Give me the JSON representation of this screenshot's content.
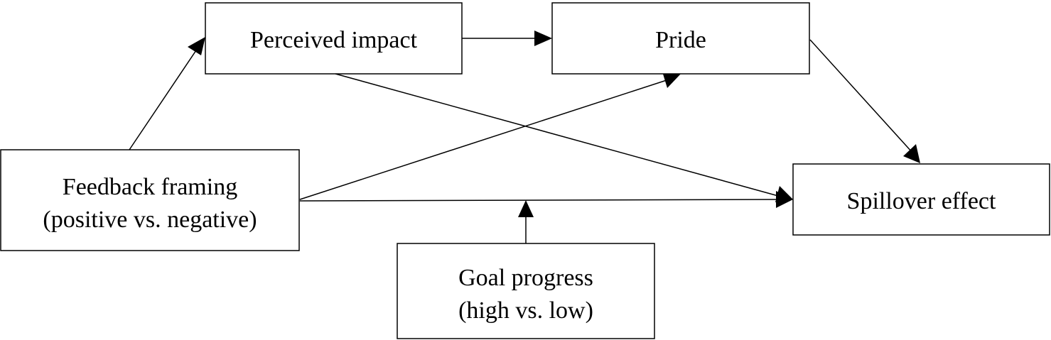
{
  "nodes": {
    "perceived_impact": {
      "lines": [
        "Perceived impact"
      ]
    },
    "pride": {
      "lines": [
        "Pride"
      ]
    },
    "feedback_framing": {
      "lines": [
        "Feedback framing",
        "(positive vs. negative)"
      ]
    },
    "spillover_effect": {
      "lines": [
        "Spillover effect"
      ]
    },
    "goal_progress": {
      "lines": [
        "Goal progress",
        "(high vs. low)"
      ]
    }
  },
  "edges": [
    {
      "from": "feedback_framing",
      "to": "perceived_impact"
    },
    {
      "from": "perceived_impact",
      "to": "pride"
    },
    {
      "from": "pride",
      "to": "spillover_effect"
    },
    {
      "from": "perceived_impact",
      "to": "spillover_effect"
    },
    {
      "from": "feedback_framing",
      "to": "pride"
    },
    {
      "from": "feedback_framing",
      "to": "spillover_effect"
    },
    {
      "from": "goal_progress",
      "to": "feedback_framing->spillover_effect",
      "kind": "moderation"
    }
  ],
  "colors": {
    "stroke": "#000000",
    "fill": "#ffffff",
    "text": "#000000"
  }
}
